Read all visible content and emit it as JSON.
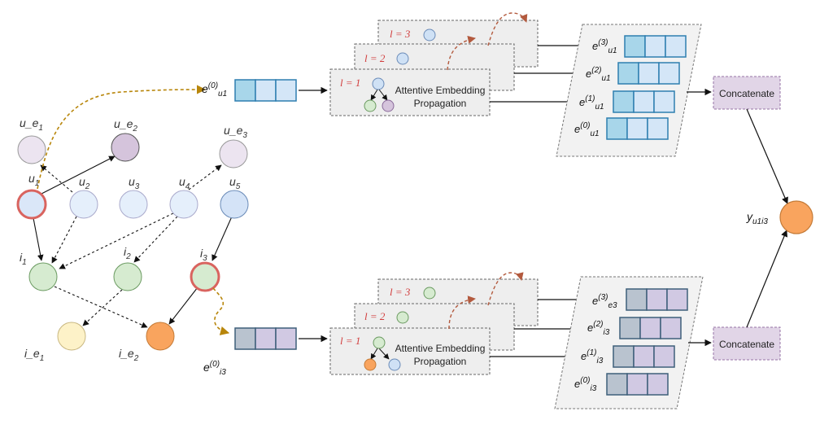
{
  "graph": {
    "nodes": {
      "u_e1": {
        "label": "u_e",
        "sub": "1",
        "fill": "#ece4f0"
      },
      "u_e2": {
        "label": "u_e",
        "sub": "2",
        "fill": "#d5c4dc"
      },
      "u_e3": {
        "label": "u_e",
        "sub": "3",
        "fill": "#ece4f0"
      },
      "u1": {
        "label": "u",
        "sub": "1",
        "fill": "#dae7f8",
        "highlight": "#d9645f"
      },
      "u2": {
        "label": "u",
        "sub": "2",
        "fill": "#e5effb"
      },
      "u3": {
        "label": "u",
        "sub": "3",
        "fill": "#e5effb"
      },
      "u4": {
        "label": "u",
        "sub": "4",
        "fill": "#e5effb"
      },
      "u5": {
        "label": "u",
        "sub": "5",
        "fill": "#d4e3f7"
      },
      "i1": {
        "label": "i",
        "sub": "1",
        "fill": "#d6ebd0"
      },
      "i2": {
        "label": "i",
        "sub": "2",
        "fill": "#d6ebd0"
      },
      "i3": {
        "label": "i",
        "sub": "3",
        "fill": "#d6ebd0",
        "highlight": "#d9645f"
      },
      "i_e1": {
        "label": "i_e",
        "sub": "1",
        "fill": "#fdf2c8"
      },
      "i_e2": {
        "label": "i_e",
        "sub": "2",
        "fill": "#f9a45e"
      }
    }
  },
  "top": {
    "input": {
      "e": "e",
      "sup": "(0)",
      "sub": "u1"
    },
    "layers": [
      {
        "label": "l = 3"
      },
      {
        "label": "l = 2"
      },
      {
        "label": "l = 1",
        "text_line1": "Attentive Embedding",
        "text_line2": "Propagation"
      }
    ],
    "stack": [
      {
        "e": "e",
        "sup": "(3)",
        "sub": "u1"
      },
      {
        "e": "e",
        "sup": "(2)",
        "sub": "u1"
      },
      {
        "e": "e",
        "sup": "(1)",
        "sub": "u1"
      },
      {
        "e": "e",
        "sup": "(0)",
        "sub": "u1"
      }
    ],
    "concat": "Concatenate"
  },
  "bottom": {
    "input": {
      "e": "e",
      "sup": "(0)",
      "sub": "i3"
    },
    "layers": [
      {
        "label": "l = 3"
      },
      {
        "label": "l = 2"
      },
      {
        "label": "l = 1",
        "text_line1": "Attentive Embedding",
        "text_line2": "Propagation"
      }
    ],
    "stack": [
      {
        "e": "e",
        "sup": "(3)",
        "sub": "e3"
      },
      {
        "e": "e",
        "sup": "(2)",
        "sub": "i3"
      },
      {
        "e": "e",
        "sup": "(1)",
        "sub": "i3"
      },
      {
        "e": "e",
        "sup": "(0)",
        "sub": "i3"
      }
    ],
    "concat": "Concatenate"
  },
  "output": {
    "y": "y",
    "sub": "u1i3",
    "fill": "#f9a45e"
  },
  "colors": {
    "user_cell_fill": "#a8d6ea",
    "user_cell_light": "#d4e6f7",
    "user_cell_stroke": "#2e7fb0",
    "item_cell_fill": "#b9c3cf",
    "item_cell_light": "#d1c9e3",
    "item_cell_stroke": "#3e5f7a",
    "concat_fill": "#e1d5e7",
    "panel_fill": "#eeeeee",
    "layer_label": "#d23f3f",
    "dashed_brown": "#b8860b",
    "dashed_red": "#b35a3e"
  }
}
